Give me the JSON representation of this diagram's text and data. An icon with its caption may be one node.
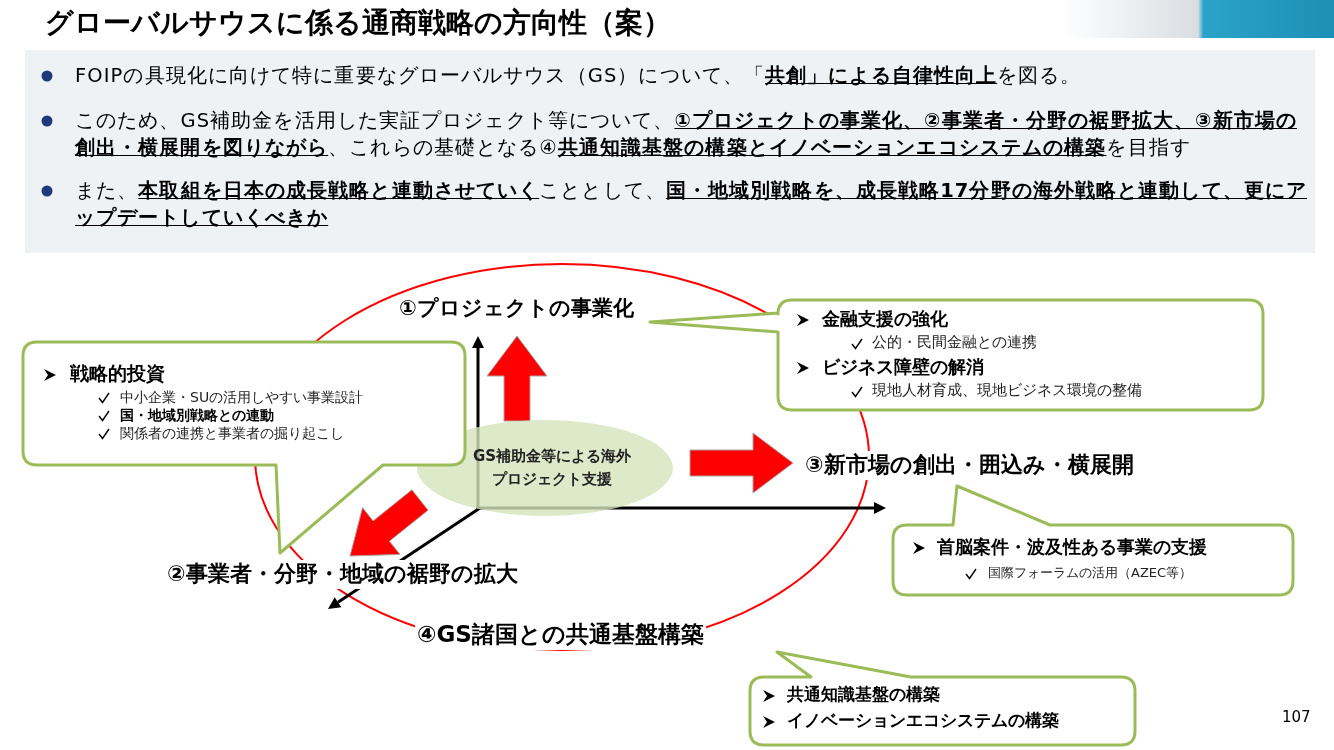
{
  "diagram": {
    "title": "グローバルサウスに係る通商戦略の方向性（案）",
    "nodes": [
      {
        "text": [
          "GS補助金等による海外プロジェクト支援"
        ]
      },
      {
        "text": [
          "①プロジェクトの事業化"
        ]
      },
      {
        "text": [
          "②事業者・分野・地域の裾野の拡大"
        ]
      },
      {
        "text": [
          "③新市場の創出・囲込み・横展開"
        ]
      },
      {
        "text": [
          "④GS諸国との共通基盤構築"
        ]
      },
      {
        "text": [
          "戦略的投資",
          "中小企業・SUの活用しやすい事業設計",
          "国・地域別戦略との連動",
          "関係者の連携と事業者の掘り起こし"
        ]
      },
      {
        "text": [
          "金融支援の強化",
          "公的・民間金融との連携",
          "ビジネス障壁の解消",
          "現地人材育成、現地ビジネス環境の整備"
        ]
      },
      {
        "text": [
          "首脳案件・波及性ある事業の支援",
          "国際フォーラムの活用（AZEC等）"
        ]
      },
      {
        "text": [
          "共通知識基盤の構築",
          "イノベーションエコシステムの構築"
        ]
      }
    ],
    "edges": [
      {
        "from": 0,
        "to": 1,
        "arrow": "to"
      },
      {
        "from": 0,
        "to": 2,
        "arrow": "to"
      },
      {
        "from": 0,
        "to": 3,
        "arrow": "to"
      }
    ],
    "labels": [
      "FOIPの具現化に向けて特に重要なグローバルサウス（GS）について、「**共創」による自律性向上**を図る。",
      "このため、GS補助金を活用した実証プロジェクト等について、**①プロジェクトの事業化、②事業者・分野の裾野拡大、③新市場の創出・横展開を図りながら**、これらの基礎となる④**共通知識基盤の構築とイノベーションエコシステムの構築**を目指す",
      "また、**本取組を日本の成長戦略と連動させていく**こととして、**国・地域別戦略を、成長戦略17分野の海外戦略と連動して、更にアップデートしていくべきか**",
      "107"
    ]
  }
}
